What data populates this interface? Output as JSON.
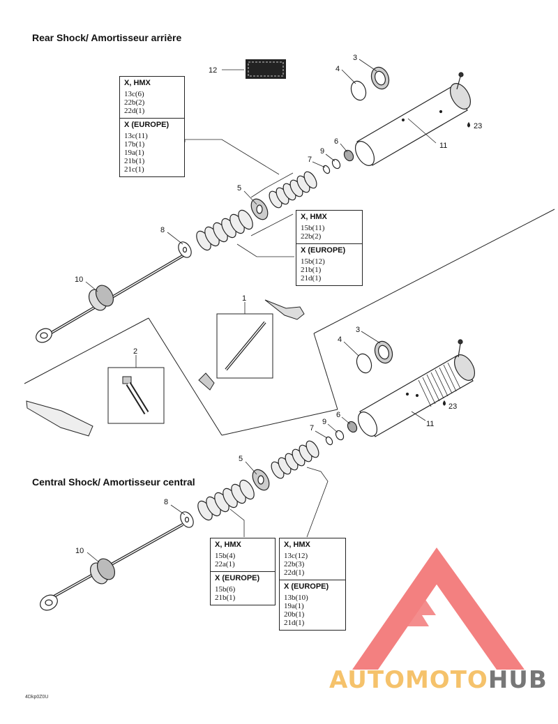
{
  "titles": {
    "rear": [
      "Rear Shock/",
      "Amortisseur arrière"
    ],
    "central": [
      "Central Shock/",
      "Amortisseur central"
    ]
  },
  "callouts": {
    "rear": [
      "12",
      "3",
      "4",
      "23",
      "11",
      "6",
      "9",
      "7",
      "5",
      "8",
      "10"
    ],
    "mid": [
      "1",
      "2"
    ],
    "central": [
      "3",
      "4",
      "23",
      "11",
      "6",
      "9",
      "7",
      "5",
      "8",
      "10"
    ]
  },
  "tables": {
    "rear_top": {
      "sections": [
        {
          "header": "X, HMX",
          "lines": [
            "13c(6)",
            "22b(2)",
            "22d(1)"
          ]
        },
        {
          "header": "X (EUROPE)",
          "lines": [
            "13c(11)",
            "17b(1)",
            "19a(1)",
            "21b(1)",
            "21c(1)"
          ]
        }
      ]
    },
    "rear_mid": {
      "sections": [
        {
          "header": "X, HMX",
          "lines": [
            "15b(11)",
            "22b(2)"
          ]
        },
        {
          "header": "X (EUROPE)",
          "lines": [
            "15b(12)",
            "21b(1)",
            "21d(1)"
          ]
        }
      ]
    },
    "central_left": {
      "sections": [
        {
          "header": "X, HMX",
          "lines": [
            "15b(4)",
            "22a(1)"
          ]
        },
        {
          "header": "X (EUROPE)",
          "lines": [
            "15b(6)",
            "21b(1)"
          ]
        }
      ]
    },
    "central_right": {
      "sections": [
        {
          "header": "X, HMX",
          "lines": [
            "13c(12)",
            "22b(3)",
            "22d(1)"
          ]
        },
        {
          "header": "X (EUROPE)",
          "lines": [
            "13b(10)",
            "19a(1)",
            "20b(1)",
            "21d(1)"
          ]
        }
      ]
    }
  },
  "figure_code": "4Dkp0Z0U",
  "watermark": {
    "part1": "AUTOMOTO",
    "part2": "HUB",
    "color_logo": "#f26b6b",
    "color_text1": "#f5c26b",
    "color_text2": "#777777"
  }
}
